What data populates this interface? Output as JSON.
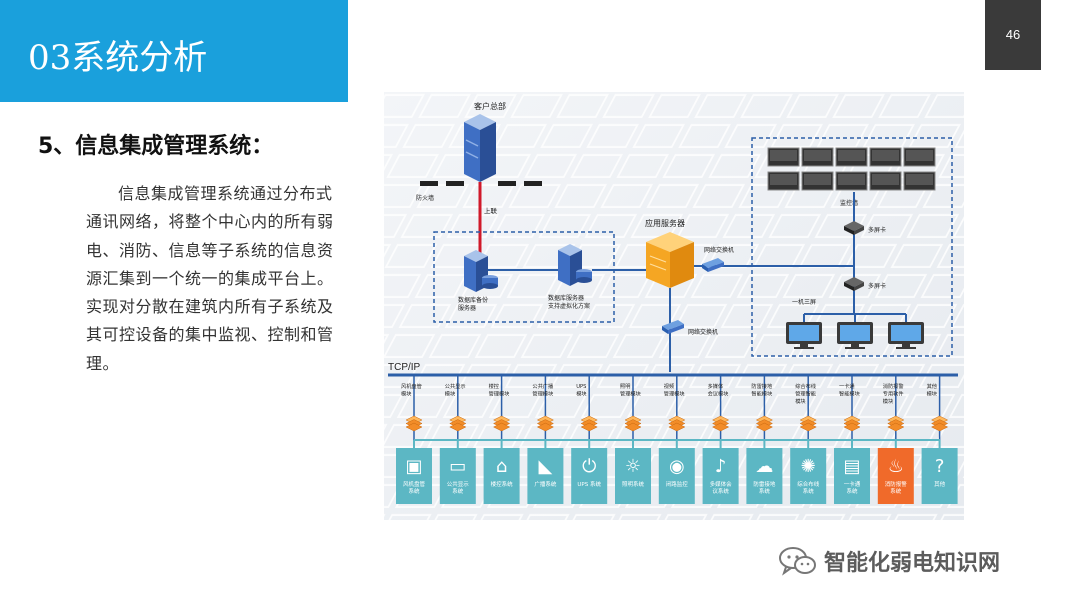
{
  "header": {
    "title": "03系统分析",
    "page_number": "46"
  },
  "section": {
    "heading": "5、信息集成管理系统：",
    "paragraph": "信息集成管理系统通过分布式通讯网络，将整个中心内的所有弱电、消防、信息等子系统的信息资源汇集到一个统一的集成平台上。实现对分散在建筑内所有子系统及其可控设备的集中监视、控制和管理。"
  },
  "diagram": {
    "hq_label": "客户总部",
    "firewall_label": "防火墙",
    "uplink_label": "上联",
    "db_backup_label": [
      "数据库备份",
      "服务器"
    ],
    "db_server_label": [
      "数据库服务器",
      "支持虚拟化方案"
    ],
    "app_server_label": "应用服务器",
    "switch_label": "网络交换机",
    "switch2_label": "网络交换机",
    "monitor_wall_label": "监控墙",
    "multi_screen_label": "多屏卡",
    "multi_screen_label2": "多屏卡",
    "one_three_label": "一机三屏",
    "tcpip_label": "TCP/IP",
    "modules": [
      [
        "风机盘管",
        "模块"
      ],
      [
        "公共显示",
        "模块"
      ],
      [
        "楼控",
        "管理模块"
      ],
      [
        "公共广播",
        "管理模块"
      ],
      [
        "UPS",
        "模块"
      ],
      [
        "照明",
        "管理模块"
      ],
      [
        "视频",
        "管理模块"
      ],
      [
        "多媒体",
        "会议模块"
      ],
      [
        "防雷接地",
        "智能模块"
      ],
      [
        "综合布线",
        "管理智能",
        "模块"
      ],
      [
        "一卡通",
        "智能模块"
      ],
      [
        "消防报警",
        "专用软件",
        "模块"
      ],
      [
        "其他",
        "模块"
      ]
    ],
    "systems": [
      [
        "风机盘管",
        "系统"
      ],
      [
        "公共显示",
        "系统"
      ],
      [
        "楼控系统"
      ],
      [
        "广播系统"
      ],
      [
        "UPS 系统"
      ],
      [
        "照明系统"
      ],
      [
        "闭路监控"
      ],
      [
        "多媒体会",
        "议系统"
      ],
      [
        "防雷接地",
        "系统"
      ],
      [
        "综合布线",
        "系统"
      ],
      [
        "一卡通",
        "系统"
      ],
      [
        "消防报警",
        "系统"
      ],
      [
        "其他"
      ]
    ],
    "system_icons": [
      "cube-icon",
      "display-icon",
      "building-control-icon",
      "megaphone-icon",
      "power-icon",
      "lightbulb-icon",
      "camera-icon",
      "microphone-icon",
      "cloud-icon",
      "atom-icon",
      "card-icon",
      "fire-extinguisher-icon",
      "question-mark-icon"
    ],
    "colors": {
      "accent_blue": "#1aa0dc",
      "line_blue": "#2c5fa8",
      "server_blue": "#3f6fc4",
      "app_server_orange": "#f5a623",
      "module_orange": "#f28c28",
      "system_teal": "#5cb7c4",
      "highlight_system": "#f06a2a",
      "uplink_red": "#d0192a"
    }
  },
  "watermark": {
    "text": "智能化弱电知识网"
  }
}
